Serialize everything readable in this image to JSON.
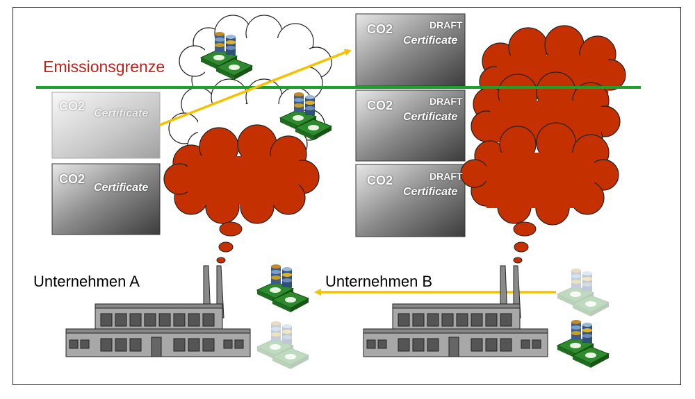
{
  "labels": {
    "emission_limit": "Emissionsgrenze",
    "company_a": "Unternehmen A",
    "company_b": "Unternehmen B"
  },
  "certificate": {
    "symbol": "CO2",
    "stamp": "DRAFT",
    "script": "Certificate"
  },
  "colors": {
    "limit_line": "#1aa12a",
    "arrow": "#f5c100",
    "smoke": "#c43000",
    "label_red": "#c0221a"
  },
  "icons": [
    "factory-icon",
    "money-stack-icon",
    "co2-certificate-icon",
    "cloud-icon"
  ]
}
